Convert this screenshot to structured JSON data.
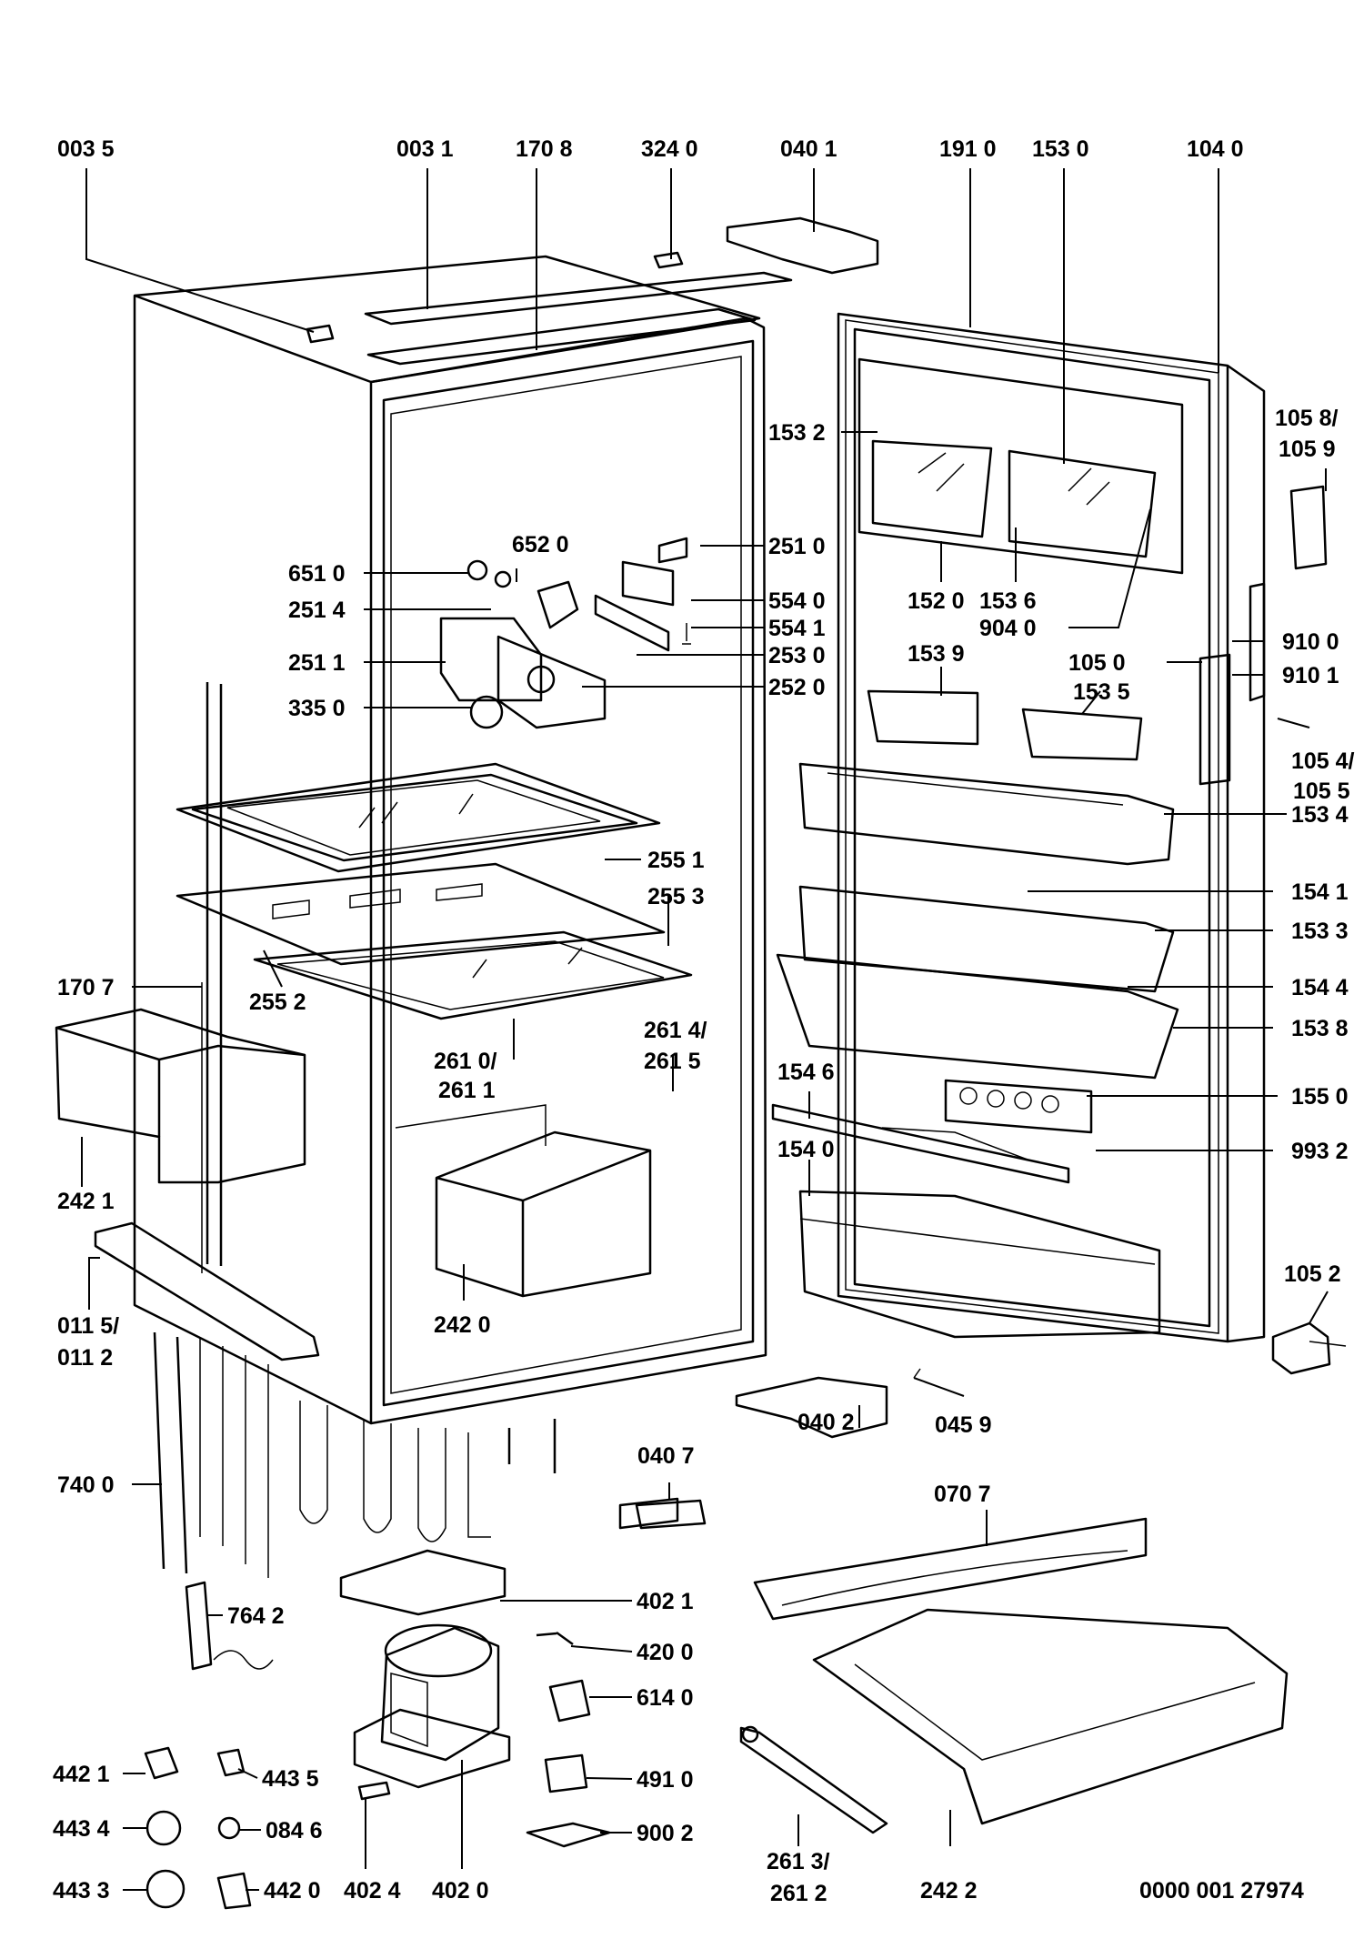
{
  "diagram": {
    "doc_number": "0000 001 27974",
    "labels": {
      "l0035": "003 5",
      "l0031": "003 1",
      "l1708": "170 8",
      "l3240": "324 0",
      "l0401": "040 1",
      "l1910": "191 0",
      "l1530": "153 0",
      "l1040": "104 0",
      "l1058": "105 8/",
      "l1059": "105 9",
      "l1532": "153 2",
      "l2510": "251 0",
      "l6520": "652 0",
      "l6510": "651 0",
      "l2514": "251 4",
      "l5540": "554 0",
      "l1520": "152 0",
      "l1536": "153 6",
      "l5541": "554 1",
      "l9040": "904 0",
      "l2530": "253 0",
      "l2511": "251 1",
      "l1050": "105 0",
      "l9100": "910 0",
      "l1539": "153 9",
      "l2520": "252 0",
      "l1535": "153 5",
      "l9101": "910 1",
      "l3350": "335 0",
      "l1054": "105 4/",
      "l1055": "105 5",
      "l1534": "153 4",
      "l2551": "255 1",
      "l2553": "255 3",
      "l1541": "154 1",
      "l1533": "153 3",
      "l1707": "170 7",
      "l2552": "255 2",
      "l1544": "154 4",
      "l2614": "261 4/",
      "l2615": "261 5",
      "l1538": "153 8",
      "l2610": "261 0/",
      "l2611": "261 1",
      "l1546": "154 6",
      "l1550": "155 0",
      "l2421": "242 1",
      "l9932": "993 2",
      "l1540": "154 0",
      "l1052": "105 2",
      "l0115": "011 5/",
      "l0112": "011 2",
      "l2420": "242 0",
      "l0459": "045 9",
      "l0402": "040 2",
      "l0407": "040 7",
      "l0707": "070 7",
      "l7400": "740 0",
      "l4021": "402 1",
      "l7642": "764 2",
      "l4200": "420 0",
      "l6140": "614 0",
      "l4421": "442 1",
      "l4435": "443 5",
      "l4910": "491 0",
      "l4434": "443 4",
      "l0846": "084 6",
      "l9002": "900 2",
      "l4433": "443 3",
      "l4420": "442 0",
      "l4024": "402 4",
      "l4020": "402 0",
      "l2613": "261 3/",
      "l2612": "261 2",
      "l2422": "242 2"
    }
  }
}
